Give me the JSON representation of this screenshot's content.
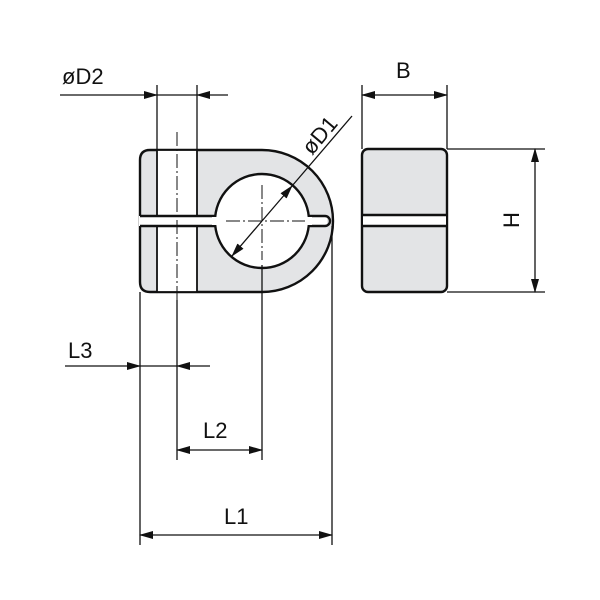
{
  "labels": {
    "d2": "øD2",
    "d1": "øD1",
    "b": "B",
    "h": "H",
    "l1": "L1",
    "l2": "L2",
    "l3": "L3"
  },
  "colors": {
    "part_fill": "#e3e4e6",
    "line": "#111111"
  }
}
